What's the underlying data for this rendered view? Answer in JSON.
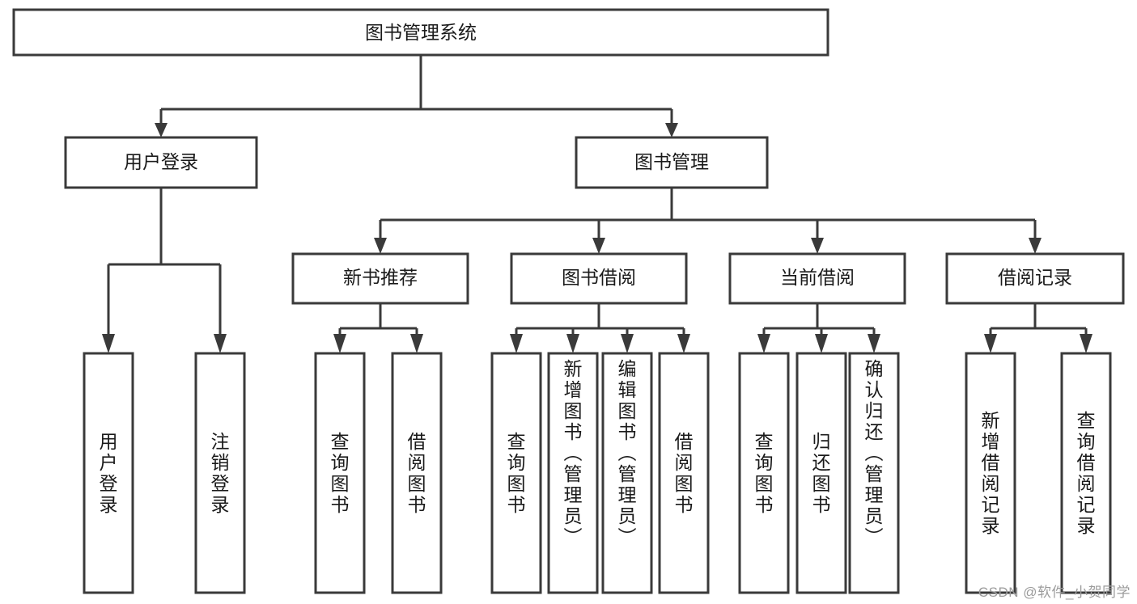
{
  "diagram": {
    "title": "图书管理系统",
    "watermark": "CSDN @软件_小贺同学",
    "levels": {
      "root": {
        "label": "图书管理系统"
      },
      "level2": [
        {
          "label": "用户登录"
        },
        {
          "label": "图书管理"
        }
      ],
      "level3": [
        {
          "label": "新书推荐"
        },
        {
          "label": "图书借阅"
        },
        {
          "label": "当前借阅"
        },
        {
          "label": "借阅记录"
        }
      ]
    },
    "leaves": {
      "user_login": [
        {
          "label": "用户登录"
        },
        {
          "label": "注销登录"
        }
      ],
      "new_book_recommend": [
        {
          "label": "查询图书"
        },
        {
          "label": "借阅图书"
        }
      ],
      "book_borrow": [
        {
          "label": "查询图书"
        },
        {
          "label": "新增图书（管理员）"
        },
        {
          "label": "编辑图书（管理员）"
        },
        {
          "label": "借阅图书"
        }
      ],
      "current_borrow": [
        {
          "label": "查询图书"
        },
        {
          "label": "归还图书"
        },
        {
          "label": "确认归还（管理员）"
        }
      ],
      "borrow_record": [
        {
          "label": "新增借阅记录"
        },
        {
          "label": "查询借阅记录"
        }
      ]
    },
    "colors": {
      "stroke": "#3a3a3a",
      "fill": "#ffffff",
      "text": "#1a1a1a",
      "watermark": "#9b9b9b"
    }
  }
}
